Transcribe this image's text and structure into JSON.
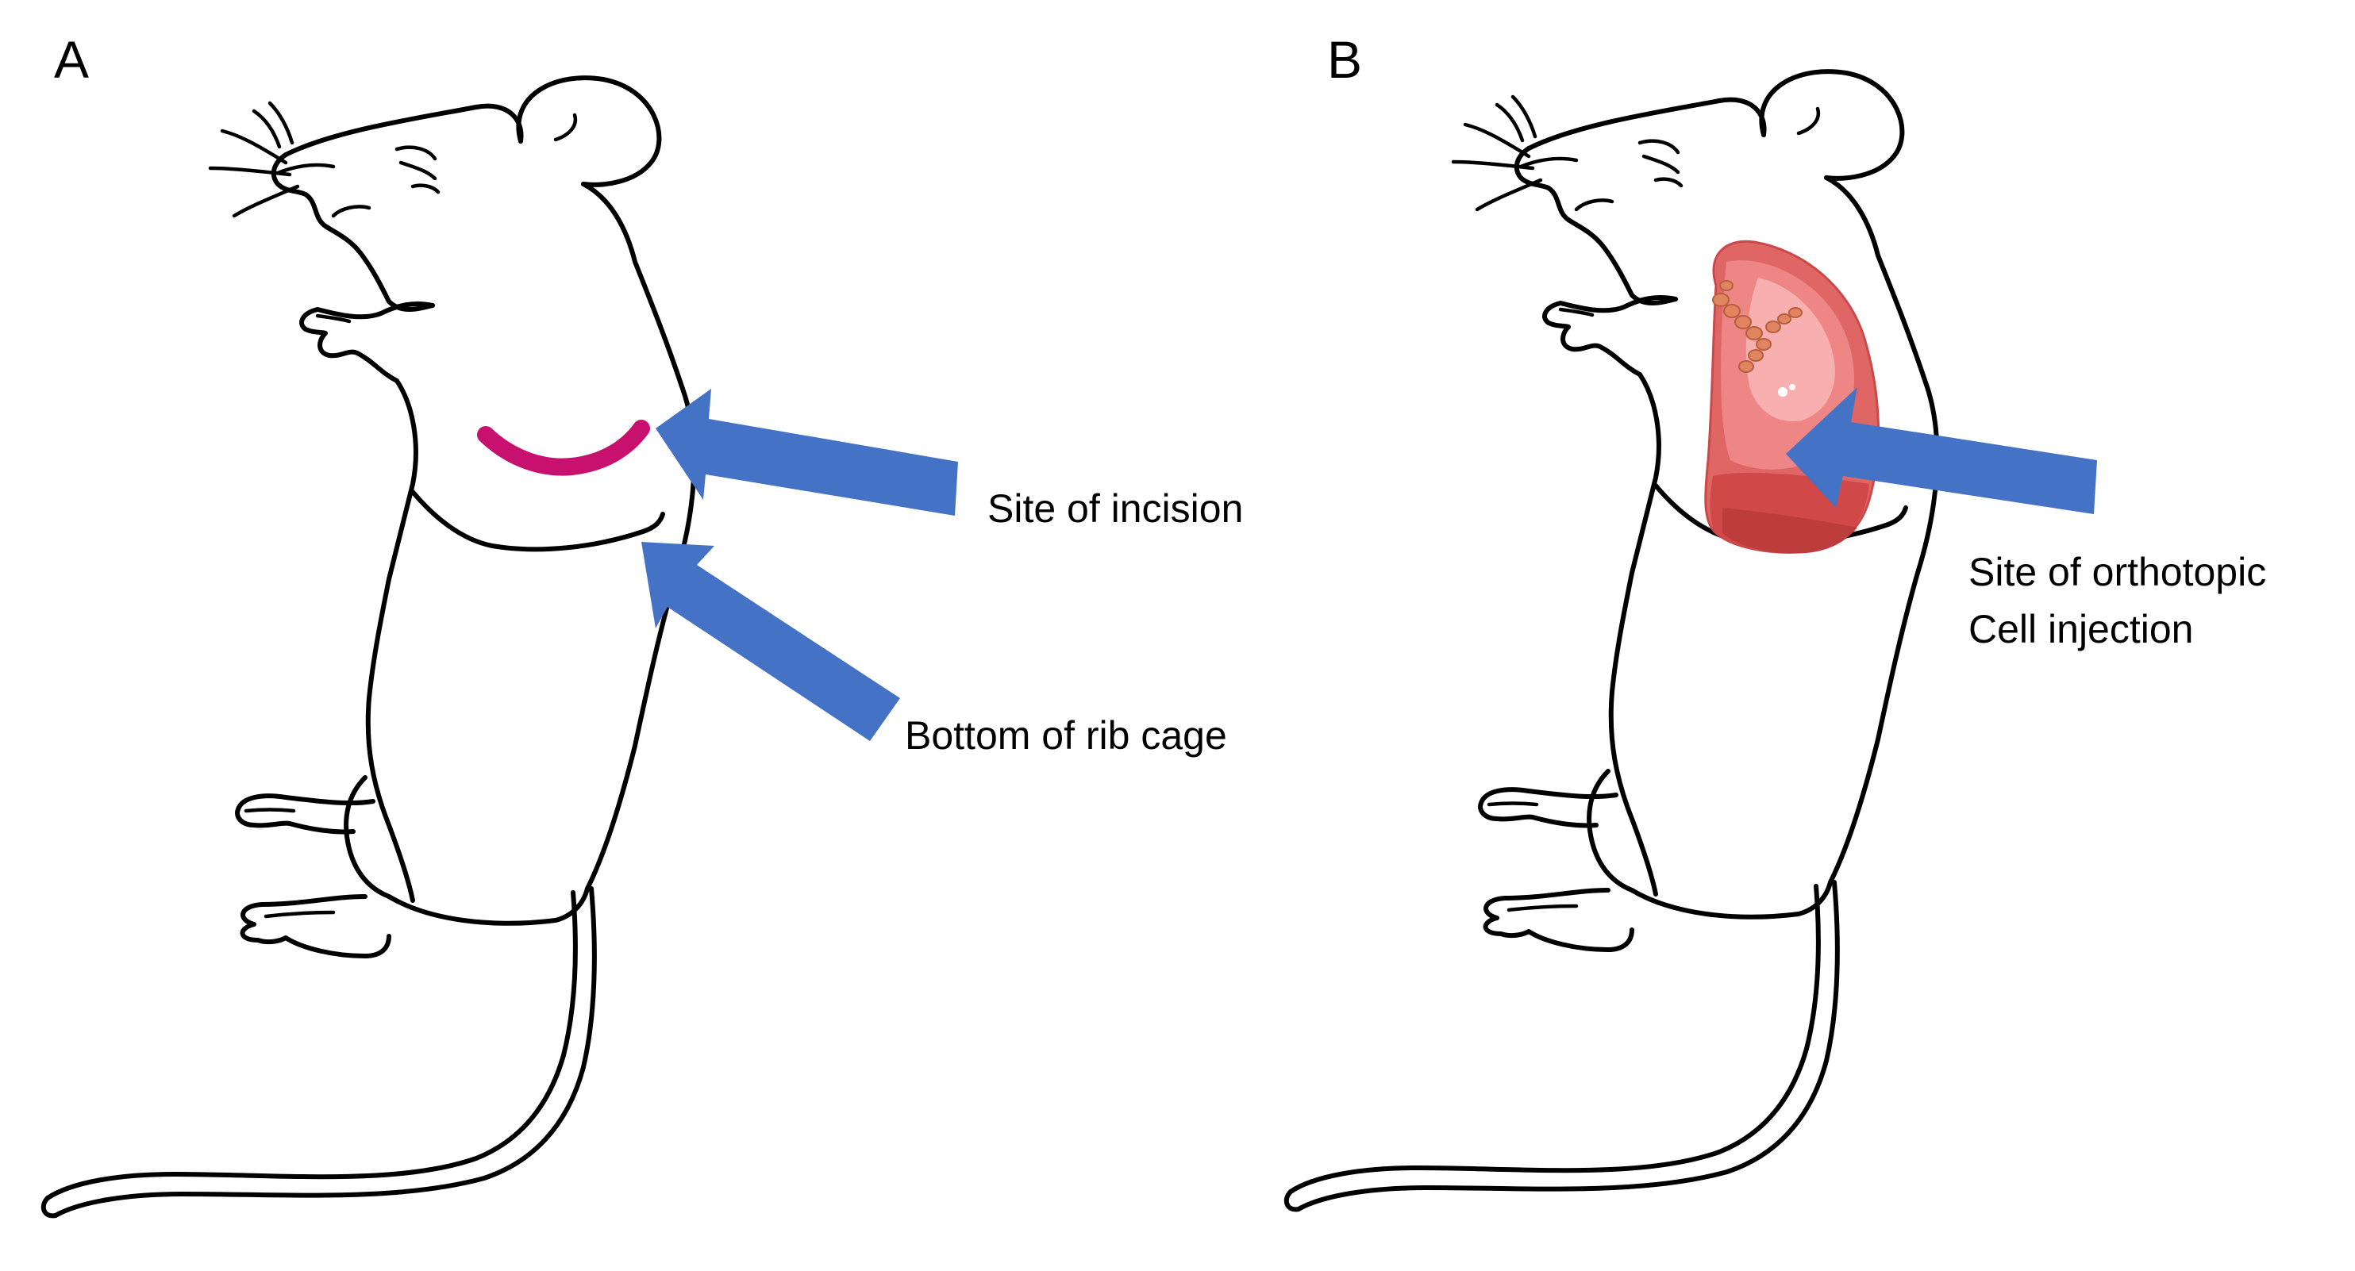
{
  "panels": {
    "a": {
      "letter": "A",
      "labels": {
        "incision": "Site of incision",
        "rib_cage": "Bottom of rib cage"
      }
    },
    "b": {
      "letter": "B",
      "labels": {
        "line1": "Site of orthotopic",
        "line2": "Cell injection"
      }
    }
  },
  "colors": {
    "arrow": "#4472C4",
    "incision_mark": "#C8106E",
    "lung": "#E06666"
  }
}
